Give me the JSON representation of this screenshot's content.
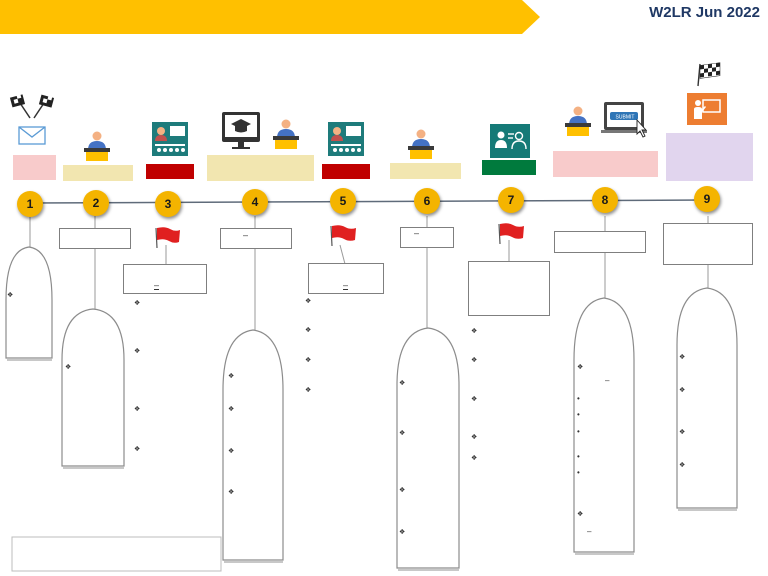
{
  "header": {
    "brand": "W2LR Jun 2022",
    "banner_color": "#ffc000"
  },
  "timeline": {
    "line_color": "#5f6b7a",
    "node_color": "#f4b400",
    "steps": [
      {
        "number": "1",
        "icon": "race-flags-icon",
        "secondary_icon": "envelope-icon",
        "bar_color": "#f8cbcb"
      },
      {
        "number": "2",
        "icon": "person-at-desk-icon",
        "bar_color": "#f2e6b0"
      },
      {
        "number": "3",
        "icon": "video-conference-icon",
        "bar_color": "#c00000"
      },
      {
        "number": "4",
        "icon": "online-education-icon",
        "secondary_icon": "person-at-desk-icon",
        "bar_color": "#f2e6b0"
      },
      {
        "number": "5",
        "icon": "video-conference-icon",
        "bar_color": "#c00000"
      },
      {
        "number": "6",
        "icon": "person-at-desk-icon",
        "bar_color": "#f2e6b0"
      },
      {
        "number": "7",
        "icon": "teacher-students-icon",
        "bar_color": "#007a3d"
      },
      {
        "number": "8",
        "icon": "person-at-desk-icon",
        "secondary_icon": "laptop-submit-icon",
        "bar_color": "#f8cbcb"
      },
      {
        "number": "9",
        "icon": "checkered-flag-icon",
        "secondary_icon": "presenter-icon",
        "bar_color": "#e1d5ee"
      }
    ]
  },
  "labels": {
    "submit": "SUBMIT",
    "dash": "–",
    "bullet": "❖",
    "dot": "•"
  },
  "colors": {
    "milestone_flag": "#e02020",
    "outline": "#8c8c8c"
  }
}
